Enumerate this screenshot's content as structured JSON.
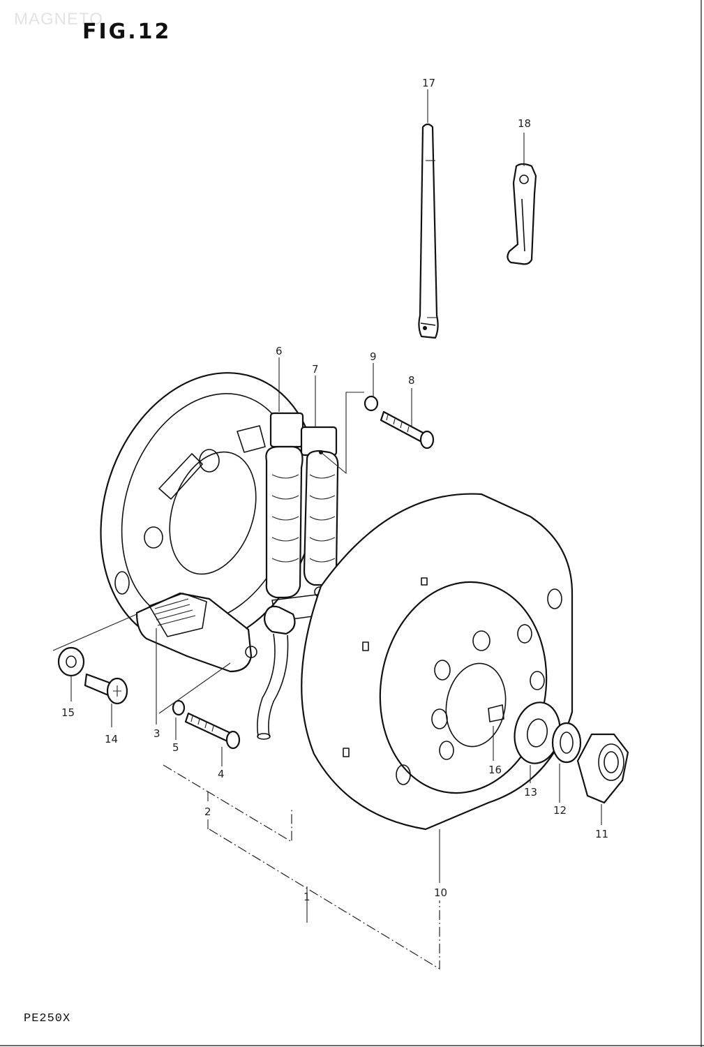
{
  "watermark": "MAGNETO",
  "figure_title": "FIG.12",
  "model_code": "PE250X",
  "callouts": {
    "c1": "1",
    "c2": "2",
    "c3": "3",
    "c4": "4",
    "c5": "5",
    "c6": "6",
    "c7": "7",
    "c8": "8",
    "c9": "9",
    "c10": "10",
    "c11": "11",
    "c12": "12",
    "c13": "13",
    "c14": "14",
    "c15": "15",
    "c16": "16",
    "c17": "17",
    "c18": "18"
  }
}
